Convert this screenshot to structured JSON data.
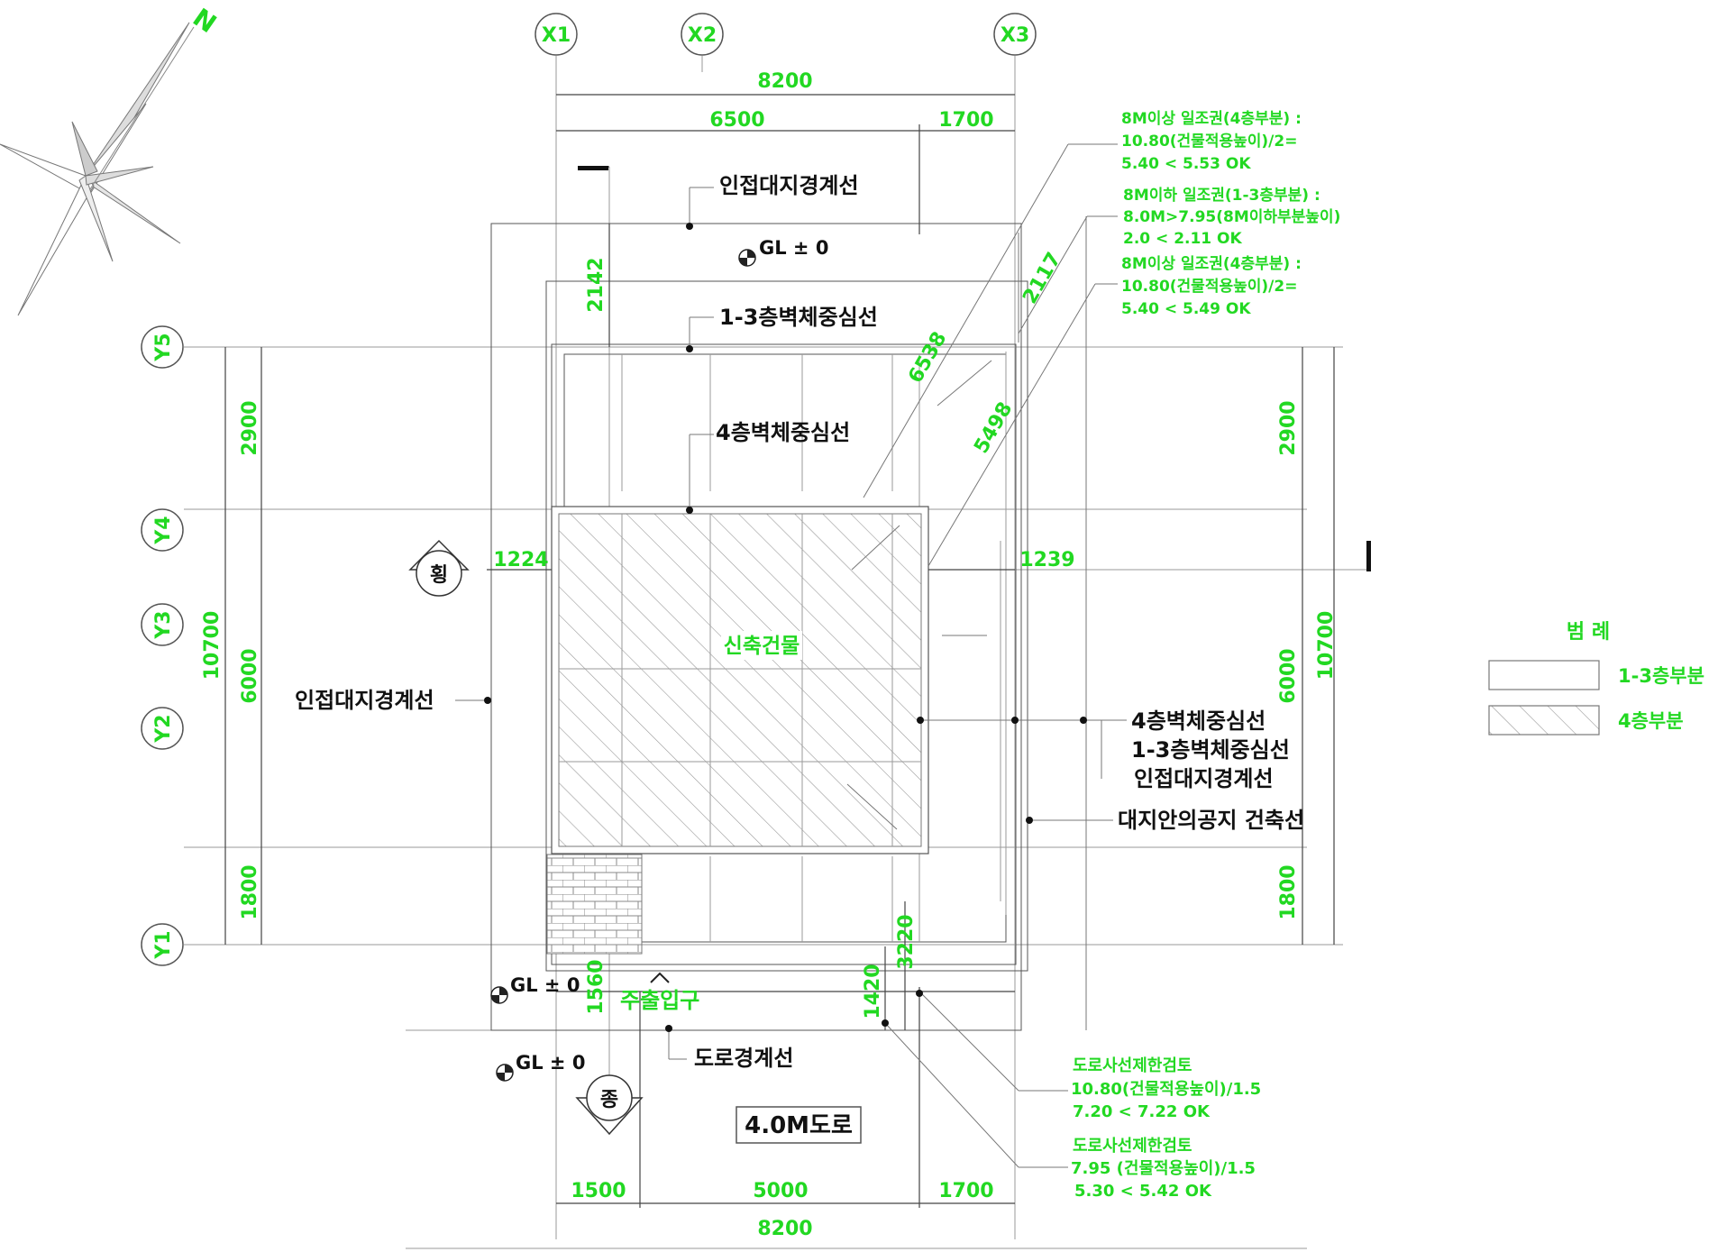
{
  "colors": {
    "label_green": "#22d822",
    "line": "#555555",
    "text_dark": "#111111",
    "hatch": "#9a9a9a"
  },
  "compass": {
    "north_label": "N",
    "icon": "north-arrow-icon"
  },
  "grid_x": [
    "X1",
    "X2",
    "X3"
  ],
  "grid_y": [
    "Y5",
    "Y4",
    "Y3",
    "Y2",
    "Y1"
  ],
  "dims": {
    "top_total": "8200",
    "top_a": "6500",
    "top_b": "1700",
    "bottom_a": "1500",
    "bottom_b": "5000",
    "bottom_c": "1700",
    "bottom_total": "8200",
    "left_a": "2900",
    "left_b": "6000",
    "left_c": "1800",
    "left_total": "10700",
    "right_a": "2900",
    "right_b": "6000",
    "right_c": "1800",
    "right_total": "10700",
    "setback_left": "1224",
    "setback_right": "1239",
    "d_2142": "2142",
    "d_2117": "2117",
    "d_6538": "6538",
    "d_5498": "5498",
    "d_1560": "1560",
    "d_1420": "1420",
    "d_3220": "3220"
  },
  "labels": {
    "adjacent_boundary_top": "인접대지경계선",
    "wall_center_1_3": "1-3층벽체중심선",
    "wall_center_4": "4층벽체중심선",
    "adjacent_boundary_left": "인접대지경계선",
    "right_wall_center_4": "4층벽체중심선",
    "right_wall_center_1_3": "1-3층벽체중심선",
    "right_adjacent_boundary": "인접대지경계선",
    "open_space_line": "대지안의공지 건축선",
    "road_boundary": "도로경계선",
    "road": "4.0M도로",
    "building": "신축건물",
    "main_entrance": "주출입구",
    "section_h": "횡",
    "section_v": "종",
    "gl_top": "GL ± 0",
    "gl_bottom_1": "GL ± 0",
    "gl_bottom_2": "GL ± 0"
  },
  "sunlight_notes": [
    {
      "line1": "8M이상 일조권(4층부분) :",
      "line2": "10.80(건물적용높이)/2=",
      "line3": "5.40 < 5.53  OK"
    },
    {
      "line1": "8M이하 일조권(1-3층부분) :",
      "line2": "8.0M>7.95(8M이하부분높이)",
      "line3": "2.0 < 2.11 OK"
    },
    {
      "line1": "8M이상 일조권(4층부분) :",
      "line2": "10.80(건물적용높이)/2=",
      "line3": "5.40 < 5.49  OK"
    }
  ],
  "road_notes": [
    {
      "line1": "도로사선제한검토",
      "line2": "10.80(건물적용높이)/1.5",
      "line3": "7.20 < 7.22  OK"
    },
    {
      "line1": "도로사선제한검토",
      "line2": "7.95  (건물적용높이)/1.5",
      "line3": "5.30 < 5.42 OK"
    }
  ],
  "legend": {
    "title": "범 례",
    "items": [
      {
        "label": "1-3층부분"
      },
      {
        "label": "4층부분"
      }
    ]
  }
}
